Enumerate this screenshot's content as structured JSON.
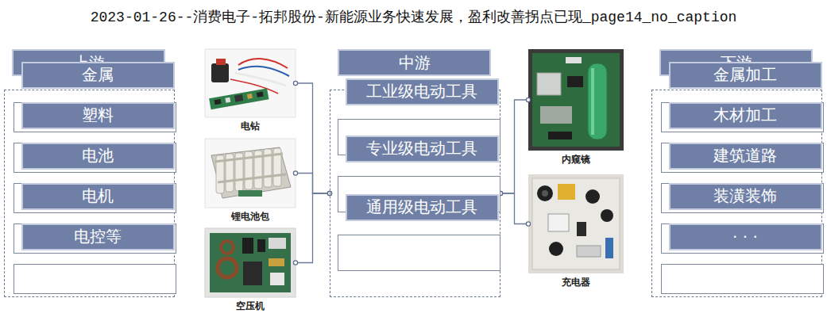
{
  "diagram": {
    "title": "2023-01-26--消费电子-拓邦股份-新能源业务快速发展，盈利改善拐点已现_page14_no_caption",
    "nodes": [
      {
        "text": [
          "上游"
        ]
      },
      {
        "text": [
          "金属"
        ],
        "in": 0
      },
      {
        "text": [
          "塑料"
        ],
        "in": 0
      },
      {
        "text": [
          "电池"
        ],
        "in": 0
      },
      {
        "text": [
          "电机"
        ],
        "in": 0
      },
      {
        "text": [
          "电控等"
        ],
        "in": 0
      },
      {
        "text": [
          "电钻"
        ]
      },
      {
        "text": [
          "锂电池包"
        ]
      },
      {
        "text": [
          "空压机"
        ]
      },
      {
        "text": [
          "中游"
        ]
      },
      {
        "text": [
          "工业级电动工具"
        ],
        "in": 9
      },
      {
        "text": [
          "专业级电动工具"
        ],
        "in": 9
      },
      {
        "text": [
          "通用级电动工具"
        ],
        "in": 9
      },
      {
        "text": [
          "内窥镜"
        ]
      },
      {
        "text": [
          "充电器"
        ]
      },
      {
        "text": [
          "下游"
        ]
      },
      {
        "text": [
          "金属加工"
        ],
        "in": 15
      },
      {
        "text": [
          "木材加工"
        ],
        "in": 15
      },
      {
        "text": [
          "建筑道路"
        ],
        "in": 15
      },
      {
        "text": [
          "装潢装饰"
        ],
        "in": 15
      },
      {
        "text": [
          "· · ·"
        ],
        "in": 15
      }
    ],
    "edges": [
      {
        "from": 6,
        "to": 9,
        "arrow": "none"
      },
      {
        "from": 7,
        "to": 9,
        "arrow": "none"
      },
      {
        "from": 8,
        "to": 9,
        "arrow": "none"
      },
      {
        "from": 9,
        "to": 13,
        "arrow": "none"
      },
      {
        "from": 9,
        "to": 14,
        "arrow": "none"
      }
    ]
  }
}
